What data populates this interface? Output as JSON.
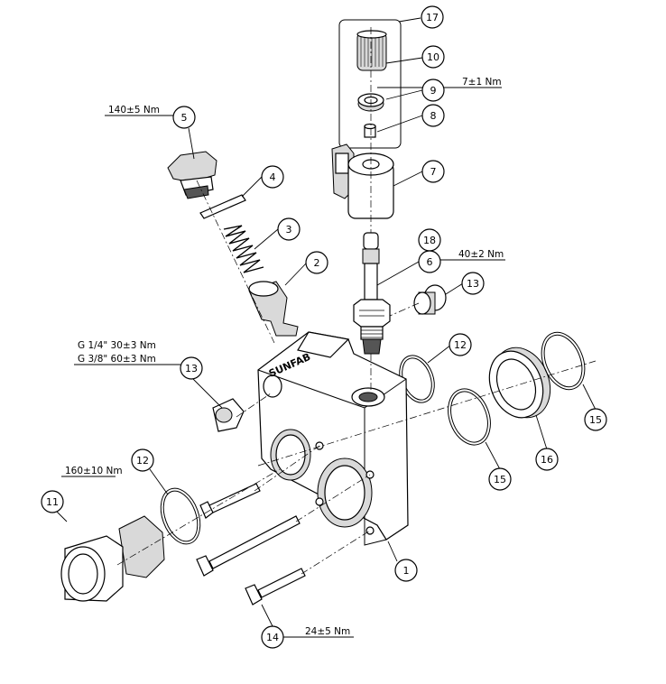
{
  "diagram": {
    "callouts": [
      {
        "id": "17",
        "label": "17"
      },
      {
        "id": "10",
        "label": "10"
      },
      {
        "id": "9",
        "label": "9"
      },
      {
        "id": "8",
        "label": "8"
      },
      {
        "id": "7",
        "label": "7"
      },
      {
        "id": "5",
        "label": "5"
      },
      {
        "id": "4",
        "label": "4"
      },
      {
        "id": "3",
        "label": "3"
      },
      {
        "id": "2",
        "label": "2"
      },
      {
        "id": "18",
        "label": "18"
      },
      {
        "id": "6",
        "label": "6"
      },
      {
        "id": "13a",
        "label": "13"
      },
      {
        "id": "12a",
        "label": "12"
      },
      {
        "id": "13b",
        "label": "13"
      },
      {
        "id": "15a",
        "label": "15"
      },
      {
        "id": "16",
        "label": "16"
      },
      {
        "id": "15b",
        "label": "15"
      },
      {
        "id": "12b",
        "label": "12"
      },
      {
        "id": "11",
        "label": "11"
      },
      {
        "id": "1",
        "label": "1"
      },
      {
        "id": "14",
        "label": "14"
      }
    ],
    "torques": {
      "t9": "7±1 Nm",
      "t5": "140±5 Nm",
      "t6": "40±2 Nm",
      "t13_quarter": "G 1/4\"  30±3 Nm",
      "t13_threeeighth": "G 3/8\"  60±3 Nm",
      "t11": "160±10 Nm",
      "t14": "24±5 Nm"
    },
    "brand_stamp": "SUNFAB"
  }
}
